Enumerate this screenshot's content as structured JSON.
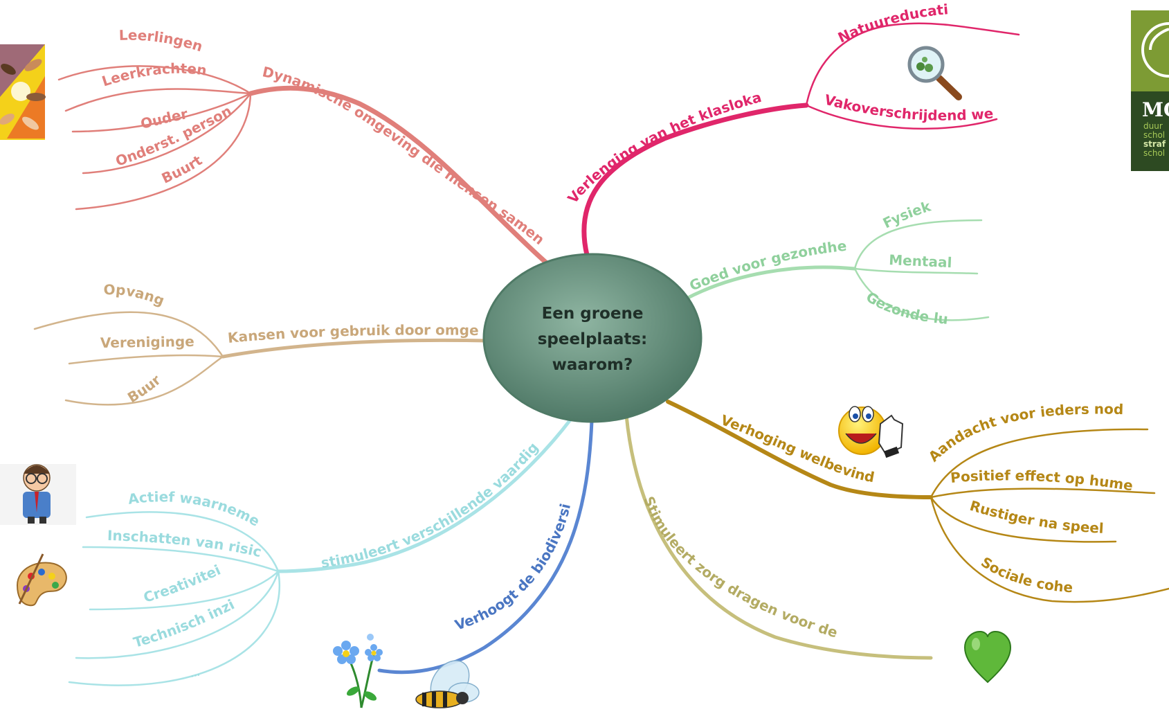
{
  "center": {
    "lines": [
      "Een groene",
      "speelplaats:",
      "waarom?"
    ]
  },
  "colors": {
    "salmon": "#e07f7a",
    "magenta": "#e0266a",
    "mint": "#a6ddb0",
    "tan": "#d2b48c",
    "gold": "#b58716",
    "olive": "#c6bf7c",
    "blue": "#5a86d2",
    "cyan": "#a9e3e6",
    "center_fill": "#4f7a66"
  },
  "branches": {
    "dynamisch": {
      "label": "Dynamische omgeving die mensen samen brengt",
      "children": [
        "Leerlingen",
        "Leerkrachten",
        "Ouders",
        "Onderst. personeel",
        "Buurt"
      ]
    },
    "klaslokaal": {
      "label": "Verlenging van het klaslokaal",
      "children": [
        "Natuureducatie",
        "Vakoverschrijdend werken"
      ]
    },
    "gezondheid": {
      "label": "Goed voor gezondheid",
      "children": [
        "Fysiek",
        "Mentaal",
        "Gezonde lucht"
      ]
    },
    "kansen": {
      "label": "Kansen voor gebruik door omgeving",
      "children": [
        "Opvang",
        "Verenigingen",
        "Buurt"
      ]
    },
    "welbevinden": {
      "label": "Verhoging welbevinden",
      "children": [
        "Aandacht voor ieders noden",
        "Positief effect op humeur",
        "Rustiger na speeltijd",
        "Sociale cohesie"
      ]
    },
    "zorg": {
      "label": "Stimuleert zorg dragen voor de natuur"
    },
    "biodiversiteit": {
      "label": "Verhoogt de biodiversiteit"
    },
    "vaardigheden": {
      "label": "stimuleert verschillende vaardigheden",
      "children": [
        "Actief waarnemen",
        "Inschatten van risico's",
        "Creativiteit",
        "Technisch inzicht",
        "..."
      ]
    }
  },
  "logo": {
    "text": "MO",
    "lines": [
      "duur",
      "schol",
      "straf",
      "schol"
    ]
  },
  "icons": [
    "hands-icon",
    "magnifier-icon",
    "smiley-thumbs-up-icon",
    "heart-icon",
    "teacher-icon",
    "palette-icon",
    "flower-icon",
    "bee-icon",
    "logo"
  ]
}
